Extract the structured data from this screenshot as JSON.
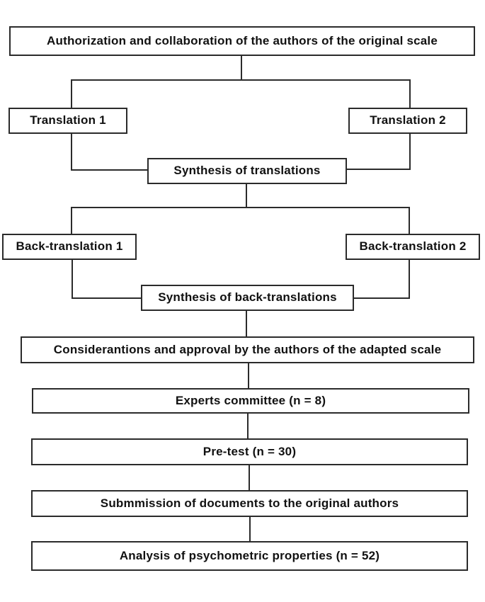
{
  "colors": {
    "background": "#ffffff",
    "box_fill": "#ffffff",
    "box_border": "#2b2b2b",
    "line": "#2b2b2b",
    "text": "#111111"
  },
  "diagram": {
    "type": "flowchart",
    "nodes": [
      {
        "id": "authorization",
        "label": "Authorization and collaboration of the authors of the original scale"
      },
      {
        "id": "translation-1",
        "label": "Translation 1"
      },
      {
        "id": "translation-2",
        "label": "Translation 2"
      },
      {
        "id": "synthesis-translations",
        "label": "Synthesis of translations"
      },
      {
        "id": "back-translation-1",
        "label": "Back-translation 1"
      },
      {
        "id": "back-translation-2",
        "label": "Back-translation 2"
      },
      {
        "id": "synthesis-back-translations",
        "label": "Synthesis of back-translations"
      },
      {
        "id": "considerations",
        "label": "Considerantions and approval by the authors of the adapted scale"
      },
      {
        "id": "experts-committee",
        "label": "Experts committee (n = 8)"
      },
      {
        "id": "pre-test",
        "label": "Pre-test (n = 30)"
      },
      {
        "id": "submission",
        "label": "Submmission of documents to the original authors"
      },
      {
        "id": "analysis",
        "label": "Analysis of psychometric properties (n = 52)"
      }
    ],
    "edges": [
      {
        "from": "authorization",
        "to": "translation-1"
      },
      {
        "from": "authorization",
        "to": "translation-2"
      },
      {
        "from": "translation-1",
        "to": "synthesis-translations"
      },
      {
        "from": "translation-2",
        "to": "synthesis-translations"
      },
      {
        "from": "synthesis-translations",
        "to": "back-translation-1"
      },
      {
        "from": "synthesis-translations",
        "to": "back-translation-2"
      },
      {
        "from": "back-translation-1",
        "to": "synthesis-back-translations"
      },
      {
        "from": "back-translation-2",
        "to": "synthesis-back-translations"
      },
      {
        "from": "synthesis-back-translations",
        "to": "considerations"
      },
      {
        "from": "considerations",
        "to": "experts-committee"
      },
      {
        "from": "experts-committee",
        "to": "pre-test"
      },
      {
        "from": "pre-test",
        "to": "submission"
      },
      {
        "from": "submission",
        "to": "analysis"
      }
    ]
  }
}
